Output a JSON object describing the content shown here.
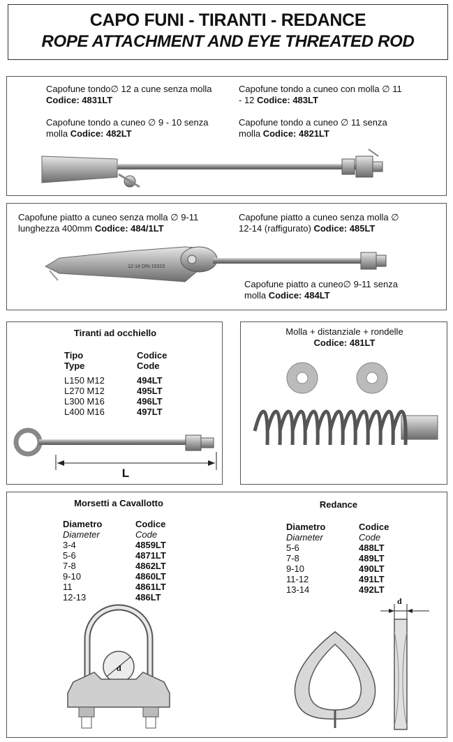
{
  "header": {
    "title_it": "CAPO FUNI  - TIRANTI - REDANCE",
    "title_en": "ROPE ATTACHMENT AND EYE THREATED ROD"
  },
  "panel1": {
    "item1": {
      "text": "Capofune tondo∅ 12 a cune senza molla",
      "code_label": "Codice:",
      "code": "4831LT"
    },
    "item2": {
      "text": "Capofune tondo a cuneo con molla ∅ 11 - 12",
      "code_label": "Codice:",
      "code": "483LT"
    },
    "item3": {
      "text": "Capofune tondo a cuneo ∅ 9 - 10 senza molla",
      "code_label": "Codice:",
      "code": "482LT"
    },
    "item4": {
      "text": "Capofune tondo a cuneo ∅ 11 senza molla",
      "code_label": "Codice:",
      "code": "4821LT"
    }
  },
  "panel2": {
    "item1": {
      "text": "Capofune piatto a cuneo senza molla ∅ 9-11 lunghezza 400mm",
      "code_label": "Codice:",
      "code": "484/1LT"
    },
    "item2": {
      "text": "Capofune piatto a cuneo senza molla ∅ 12-14 (raffigurato)",
      "code_label": "Codice:",
      "code": "485LT"
    },
    "item3": {
      "text": "Capofune piatto a cuneo∅ 9-11 senza molla",
      "code_label": "Codice:",
      "code": "484LT"
    },
    "stamp": "12-14 DIN 15315"
  },
  "tiranti": {
    "title": "Tiranti ad occhiello",
    "col1": "Tipo",
    "col1_en": "Type",
    "col2": "Codice",
    "col2_en": "Code",
    "rows": [
      {
        "type": "L150 M12",
        "code": "494LT"
      },
      {
        "type": "L270 M12",
        "code": "495LT"
      },
      {
        "type": "L300 M16",
        "code": "496LT"
      },
      {
        "type": "L400 M16",
        "code": "497LT"
      }
    ],
    "dim": "L"
  },
  "molla": {
    "title": "Molla + distanziale + rondelle",
    "code_label": "Codice:",
    "code": "481LT"
  },
  "morsetti": {
    "title": "Morsetti a Cavallotto",
    "col1": "Diametro",
    "col1_en": "Diameter",
    "col2": "Codice",
    "col2_en": "Code",
    "rows": [
      {
        "d": "3-4",
        "code": "4859LT"
      },
      {
        "d": "5-6",
        "code": "4871LT"
      },
      {
        "d": "7-8",
        "code": "4862LT"
      },
      {
        "d": "9-10",
        "code": "4860LT"
      },
      {
        "d": "11",
        "code": "4861LT"
      },
      {
        "d": "12-13",
        "code": "486LT"
      }
    ],
    "dim": "d"
  },
  "redance": {
    "title": "Redance",
    "col1": "Diametro",
    "col1_en": "Diameter",
    "col2": "Codice",
    "col2_en": "Code",
    "rows": [
      {
        "d": "5-6",
        "code": "488LT"
      },
      {
        "d": "7-8",
        "code": "489LT"
      },
      {
        "d": "9-10",
        "code": "490LT"
      },
      {
        "d": "11-12",
        "code": "491LT"
      },
      {
        "d": "13-14",
        "code": "492LT"
      }
    ],
    "dim": "d"
  }
}
